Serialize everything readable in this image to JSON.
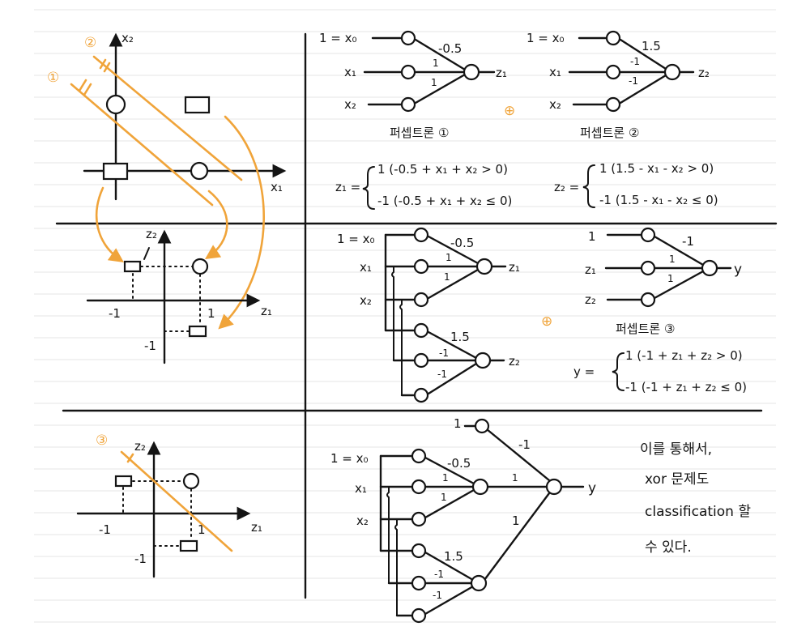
{
  "colors": {
    "ink": "#141414",
    "accent": "#f0a43a",
    "ruled": "#e4e4e4"
  },
  "panel1": {
    "axis_x": "x₁",
    "axis_y": "x₂",
    "marker_1": "①",
    "marker_2": "②",
    "map_axis_x": "z₁",
    "map_axis_y": "z₂",
    "map_tick_neg1_x": "-1",
    "map_tick_pos1_x": "1",
    "map_tick_neg1_y": "-1"
  },
  "perceptron1": {
    "bias_label": "1 = x₀",
    "x1_label": "x₁",
    "x2_label": "x₂",
    "w0": "-0.5",
    "w1": "1",
    "w2": "1",
    "output": "z₁",
    "caption": "퍼셉트론 ①"
  },
  "perceptron2": {
    "bias_label": "1 = x₀",
    "x1_label": "x₁",
    "x2_label": "x₂",
    "w0": "1.5",
    "w1": "-1",
    "w2": "-1",
    "output": "z₂",
    "caption": "퍼셉트론 ②"
  },
  "plus_sign": "⊕",
  "formula_z1": {
    "lhs": "z₁ =",
    "case_pos": "1  (-0.5 + x₁ + x₂ > 0)",
    "case_neg": "-1  (-0.5 + x₁ + x₂ ≤ 0)"
  },
  "formula_z2": {
    "lhs": "z₂ =",
    "case_pos": "1  (1.5 - x₁ - x₂ > 0)",
    "case_neg": "-1  (1.5 - x₁ - x₂ ≤ 0)"
  },
  "network_mid": {
    "bias_label": "1 = x₀",
    "x1_label": "x₁",
    "x2_label": "x₂",
    "w0_top": "-0.5",
    "w_top_1": "1",
    "w_top_2": "1",
    "out_top": "z₁",
    "w0_bottom": "1.5",
    "w_bottom_1": "-1",
    "w_bottom_2": "-1",
    "out_bottom": "z₂"
  },
  "perceptron3": {
    "bias_label": "1",
    "z1_label": "z₁",
    "z2_label": "z₂",
    "w0": "-1",
    "w1": "1",
    "w2": "1",
    "output": "y",
    "caption": "퍼셉트론 ③"
  },
  "formula_y": {
    "lhs": "y =",
    "case_pos": "1  (-1 + z₁ + z₂ > 0)",
    "case_neg": "-1  (-1 + z₁ + z₂ ≤ 0)"
  },
  "panel3": {
    "marker_3": "③",
    "axis_x": "z₁",
    "axis_y": "z₂",
    "tick_neg1_x": "-1",
    "tick_pos1_x": "1",
    "tick_neg1_y": "-1"
  },
  "network_full": {
    "bias_label": "1 = x₀",
    "x1_label": "x₁",
    "x2_label": "x₂",
    "top_bias": "1",
    "w_top_bias": "-1",
    "w0_top": "-0.5",
    "w_top_1": "1",
    "w_top_2": "1",
    "w0_bottom": "1.5",
    "w_bottom_1": "-1",
    "w_bottom_2": "-1",
    "w_hidden_1": "1",
    "w_hidden_2": "1",
    "output": "y"
  },
  "conclusion": {
    "line1": "이를 통해서,",
    "line2": "xor 문제도",
    "line3": "classification 할",
    "line4": "수 있다."
  }
}
